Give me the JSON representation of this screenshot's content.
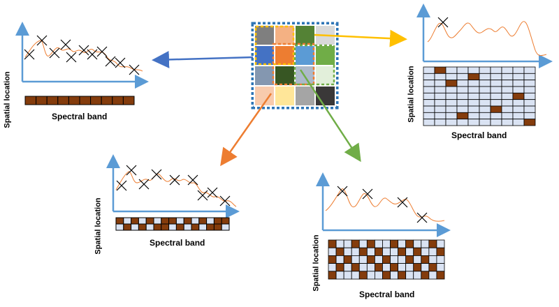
{
  "labels": {
    "spectral_band": "Spectral band",
    "spatial_location": "Spatial location"
  },
  "colors": {
    "axis": "#5b9bd5",
    "curve": "#ed7d31",
    "filled_cell": "#843c0c",
    "empty_cell": "#dae3f3",
    "arrow_left": "#4472c4",
    "arrow_right": "#ffc000",
    "arrow_bottom_left": "#ed7d31",
    "arrow_bottom_right": "#70ad47",
    "grid_border": "#2e75b6"
  },
  "cube_tiles": [
    [
      "#7f7f7f",
      "#f4b183",
      "#548235",
      "#d9d9d9"
    ],
    [
      "#4472c4",
      "#ed7d31",
      "#5b9bd5",
      "#70ad47"
    ],
    [
      "#8497b0",
      "#375623",
      "#acb9ca",
      "#e2efda"
    ],
    [
      "#f8cbad",
      "#ffe699",
      "#a5a5a5",
      "#3a3838"
    ]
  ],
  "panels": {
    "top_left": {
      "band_cells": [
        1,
        1,
        1,
        1,
        1,
        1,
        1,
        1,
        1,
        1
      ]
    },
    "top_right": {
      "matrix_rows": 9,
      "matrix_cols": 9,
      "filled": [
        [
          0,
          1
        ],
        [
          1,
          4
        ],
        [
          2,
          2
        ],
        [
          4,
          8
        ],
        [
          6,
          6
        ],
        [
          7,
          3
        ],
        [
          8,
          9
        ]
      ]
    },
    "bottom_left": {
      "band_cells": [
        1,
        0,
        1,
        0,
        1,
        0,
        1,
        1,
        0,
        1,
        0,
        1,
        0,
        1,
        1,
        0,
        1,
        0,
        1,
        0,
        1,
        1,
        0,
        1,
        0,
        1,
        0,
        1,
        1,
        0
      ]
    },
    "bottom_right": {
      "matrix_rows": 5,
      "matrix_cols": 15,
      "filled": [
        [
          0,
          0
        ],
        [
          0,
          3
        ],
        [
          0,
          5
        ],
        [
          0,
          8
        ],
        [
          0,
          10
        ],
        [
          0,
          13
        ],
        [
          1,
          1
        ],
        [
          1,
          4
        ],
        [
          1,
          6
        ],
        [
          1,
          9
        ],
        [
          1,
          11
        ],
        [
          1,
          14
        ],
        [
          2,
          0
        ],
        [
          2,
          2
        ],
        [
          2,
          5
        ],
        [
          2,
          7
        ],
        [
          2,
          10
        ],
        [
          2,
          12
        ],
        [
          3,
          1
        ],
        [
          3,
          3
        ],
        [
          3,
          6
        ],
        [
          3,
          8
        ],
        [
          3,
          11
        ],
        [
          3,
          13
        ],
        [
          4,
          0
        ],
        [
          4,
          4
        ],
        [
          4,
          7
        ],
        [
          4,
          9
        ],
        [
          4,
          12
        ],
        [
          4,
          14
        ]
      ]
    }
  }
}
